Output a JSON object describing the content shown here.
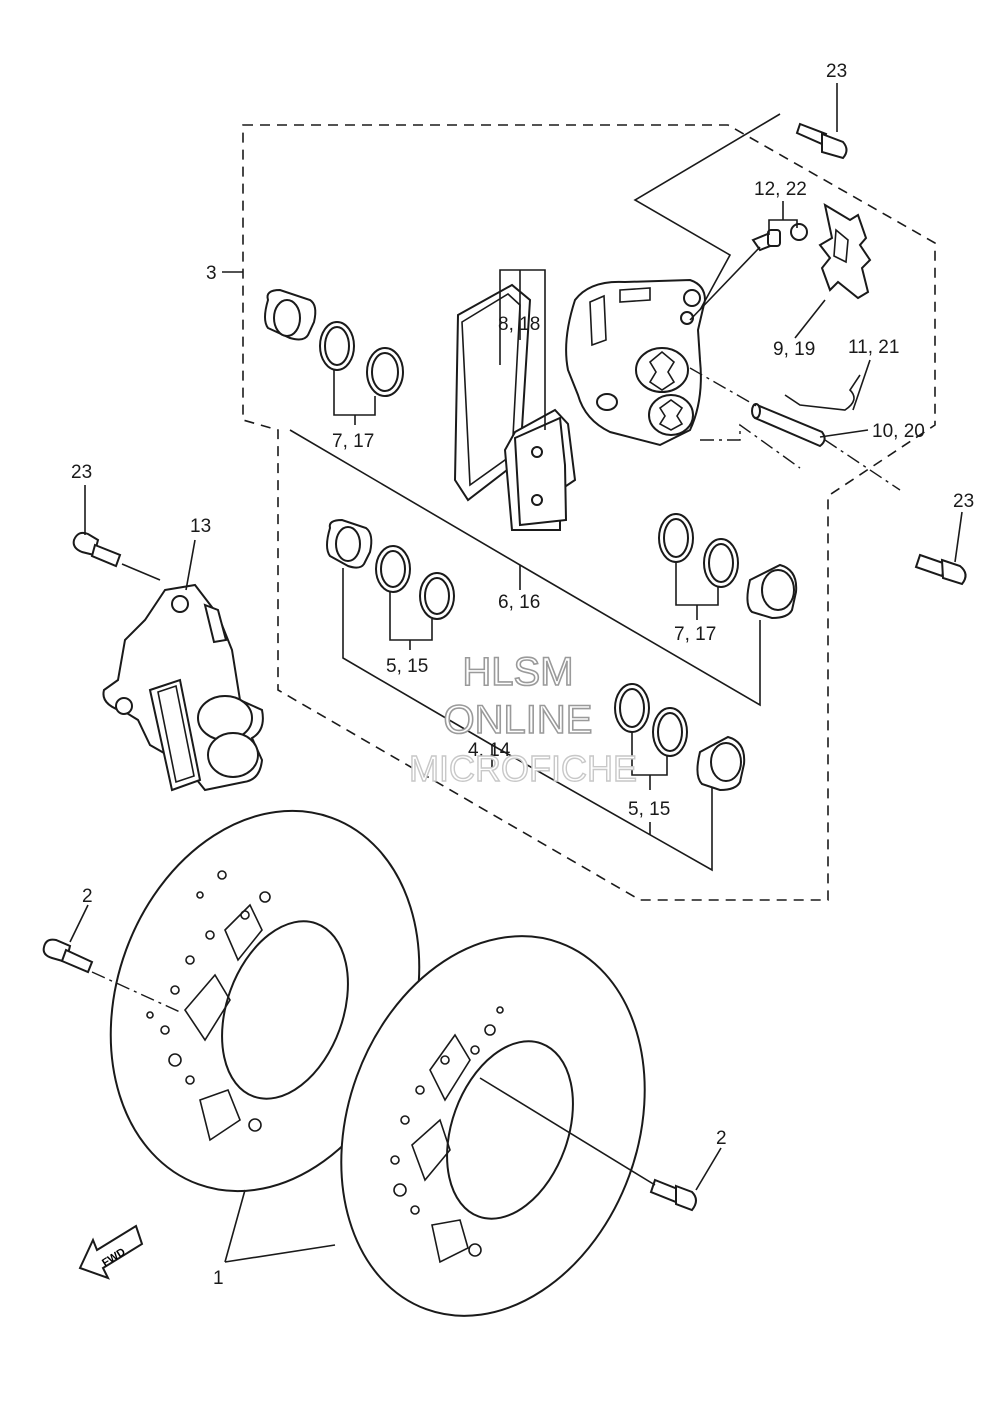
{
  "callouts": {
    "c23_top": "23",
    "c12_22": "12, 22",
    "c3": "3",
    "c8_18": "8, 18",
    "c9_19": "9, 19",
    "c11_21": "11, 21",
    "c7_17_top": "7, 17",
    "c10_20": "10, 20",
    "c23_left": "23",
    "c23_right": "23",
    "c13": "13",
    "c6_16": "6, 16",
    "c7_17_right": "7, 17",
    "c5_15_mid": "5, 15",
    "c4_14": "4, 14",
    "c5_15_bottom": "5, 15",
    "c2_left": "2",
    "c2_right": "2",
    "c1": "1"
  },
  "watermark": {
    "line1": "HLSM",
    "line2": "ONLINE",
    "line3": "MICROFICHE"
  },
  "fwd_label": "FWD"
}
